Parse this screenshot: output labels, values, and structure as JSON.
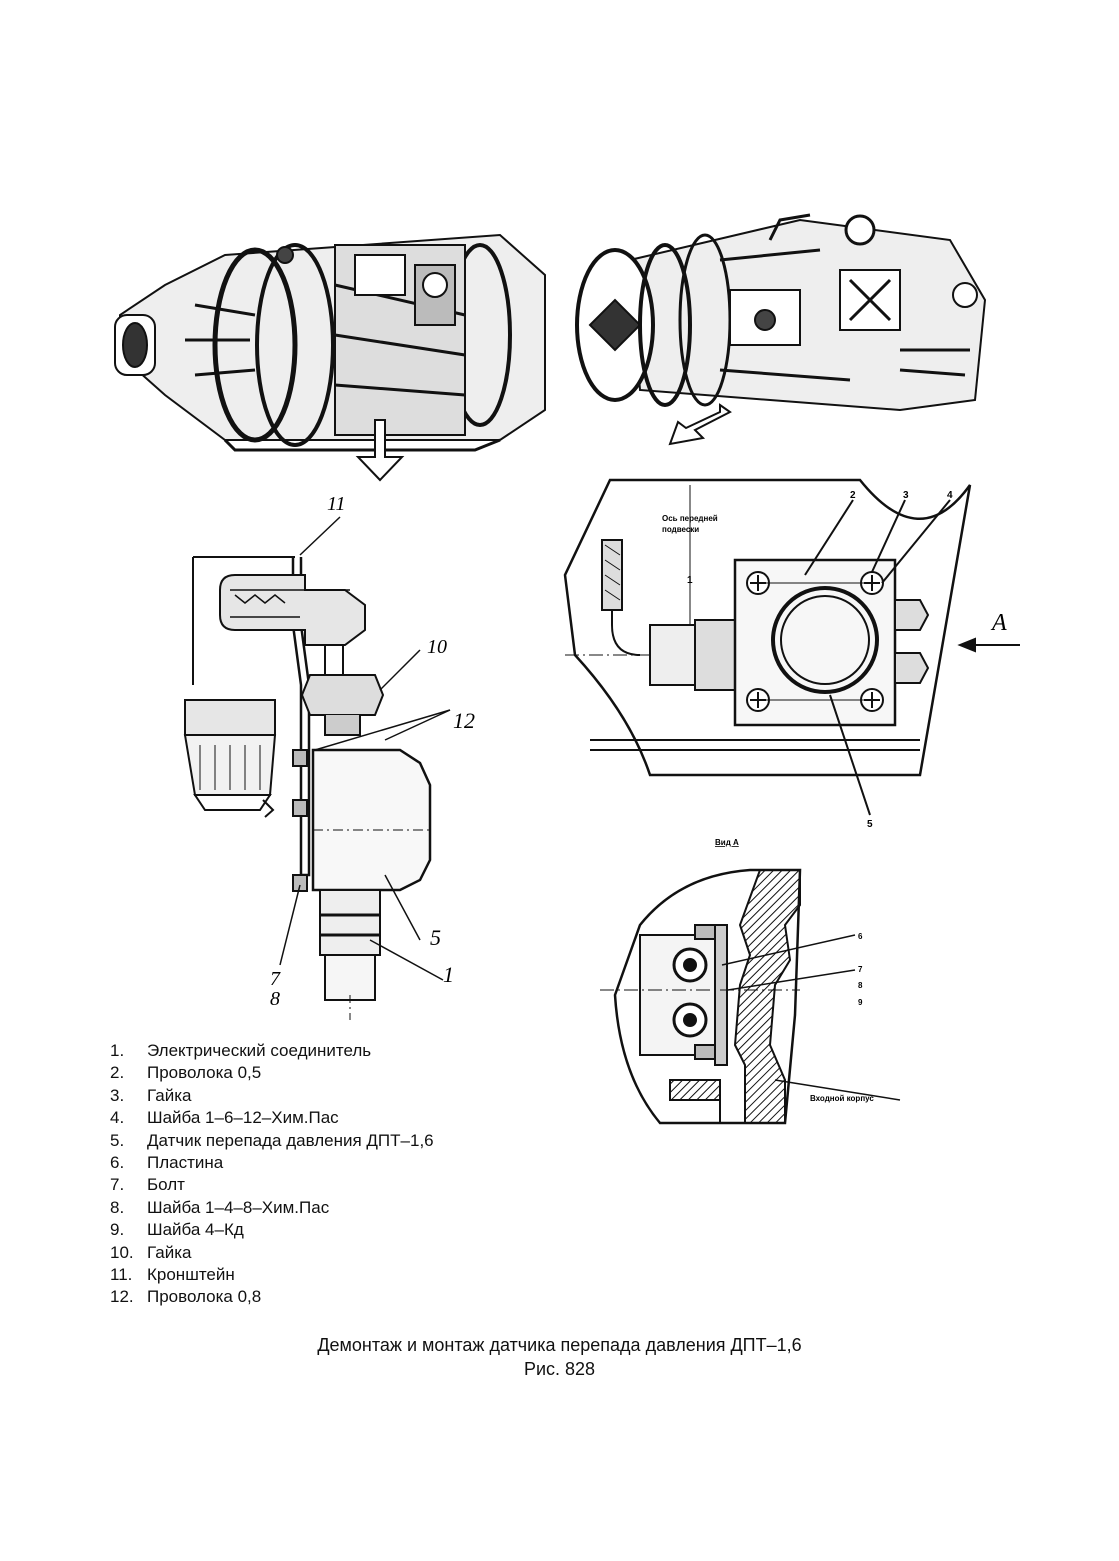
{
  "callouts": {
    "left": [
      "11",
      "10",
      "12",
      "5",
      "1",
      "7",
      "8"
    ],
    "view": [
      "2",
      "3",
      "4",
      "1",
      "5",
      "A"
    ],
    "section": [
      "6",
      "7",
      "8",
      "9"
    ]
  },
  "view_labels": {
    "axis_note_1": "Ось передней",
    "axis_note_2": "подвески",
    "view_a": "Вид А",
    "housing": "Входной корпус"
  },
  "legend": [
    {
      "num": "1.",
      "text": "Электрический соединитель"
    },
    {
      "num": "2.",
      "text": "Проволока 0,5"
    },
    {
      "num": "3.",
      "text": "Гайка"
    },
    {
      "num": "4.",
      "text": "Шайба 1–6–12–Хим.Пас"
    },
    {
      "num": "5.",
      "text": "Датчик перепада давления ДПТ–1,6"
    },
    {
      "num": "6.",
      "text": "Пластина"
    },
    {
      "num": "7.",
      "text": "Болт"
    },
    {
      "num": "8.",
      "text": "Шайба 1–4–8–Хим.Пас"
    },
    {
      "num": "9.",
      "text": "Шайба 4–Кд"
    },
    {
      "num": "10.",
      "text": "Гайка"
    },
    {
      "num": "11.",
      "text": "Кронштейн"
    },
    {
      "num": "12.",
      "text": "Проволока 0,8"
    }
  ],
  "caption": {
    "title": "Демонтаж и монтаж датчика перепада давления ДПТ–1,6",
    "figure": "Рис. 828"
  }
}
